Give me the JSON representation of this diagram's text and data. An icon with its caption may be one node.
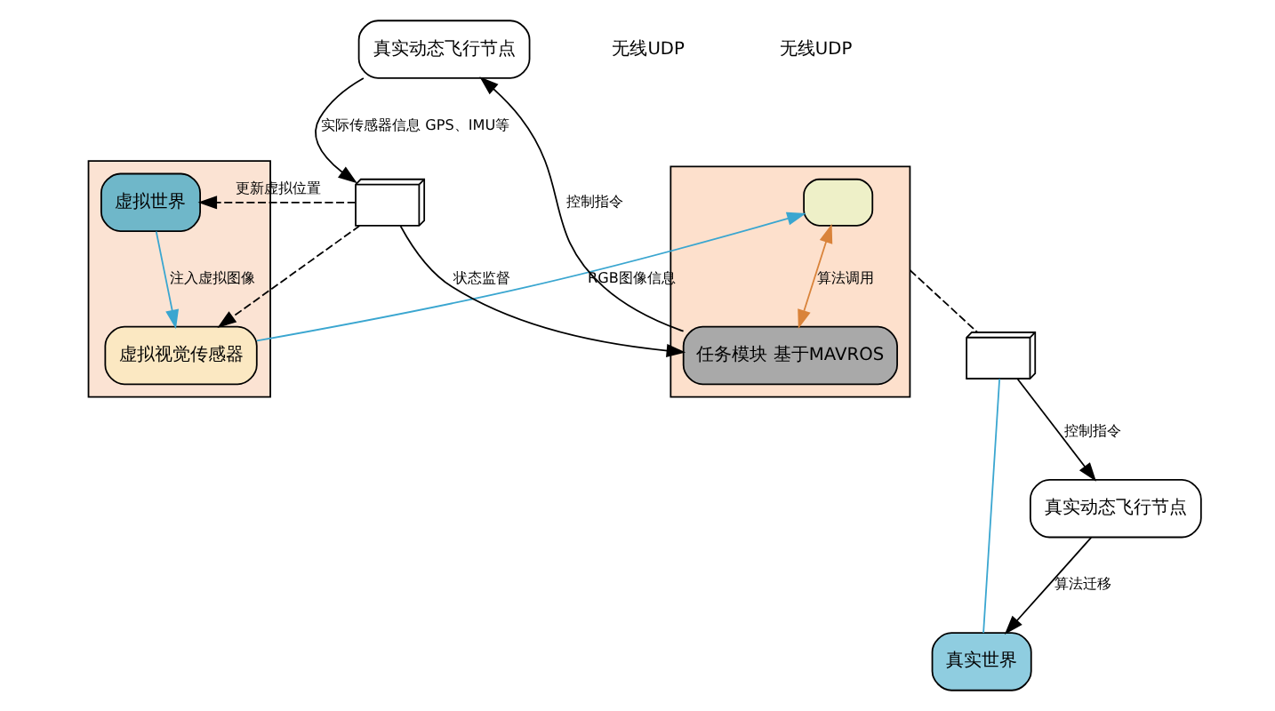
{
  "diagram": {
    "nodes": [
      {
        "text": [],
        "shape": "box"
      },
      {
        "text": [
          "虚拟视觉传感器"
        ],
        "in": 0
      },
      {
        "text": [
          "虚拟世界"
        ],
        "in": 0
      },
      {
        "text": [],
        "shape": "picture"
      },
      {
        "text": [],
        "shape": "box"
      },
      {
        "text": [],
        "shape": "box",
        "in": 4
      },
      {
        "text": [
          "任务模块 基于MAVROS"
        ],
        "in": 4
      },
      {
        "text": [
          "真实世界"
        ]
      },
      {
        "text": [],
        "shape": "picture"
      },
      {
        "text": [
          "真实动态飞行节点"
        ]
      },
      {
        "text": [
          "真实动态飞行节点"
        ]
      }
    ],
    "edges": [
      {
        "from": 2,
        "to": 1,
        "arrow": "to",
        "label": "注入虚拟图像",
        "color": "#3aa6d0"
      },
      {
        "from": 3,
        "to": 2,
        "arrow": "to",
        "label": "更新虚拟位置",
        "style": "dashed"
      },
      {
        "from": 3,
        "to": 1,
        "arrow": "to",
        "style": "dashed"
      },
      {
        "from": 1,
        "to": 5,
        "arrow": "to",
        "label": "RGB图像信息",
        "color": "#3aa6d0"
      },
      {
        "from": 5,
        "to": 6,
        "arrow": "both",
        "label": "算法调用",
        "color": "#d9833a"
      },
      {
        "from": 3,
        "to": 6,
        "arrow": "to",
        "label": "状态监督"
      },
      {
        "from": 10,
        "to": 3,
        "arrow": "to",
        "label": "实际传感器信息 GPS、IMU等"
      },
      {
        "from": 6,
        "to": 10,
        "arrow": "to",
        "label": "控制指令"
      },
      {
        "from": 4,
        "to": 8,
        "arrow": "none",
        "style": "dashed"
      },
      {
        "from": 9,
        "to": 7,
        "arrow": "to",
        "label": "算法迁移"
      },
      {
        "from": 7,
        "to": 8,
        "arrow": "none",
        "color": "#3aa6d0"
      },
      {
        "from": 8,
        "to": 9,
        "arrow": "to",
        "label": "控制指令"
      }
    ],
    "labels": [
      "无线UDP",
      "无线UDP"
    ]
  }
}
